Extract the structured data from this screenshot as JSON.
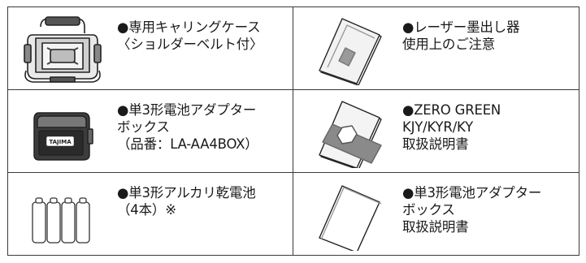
{
  "rows": [
    {
      "left": {
        "icon": "carrying-case-icon",
        "lines": [
          "●専用キャリングケース",
          "〈ショルダーベルト付〉"
        ]
      },
      "right": {
        "icon": "booklet-notice-icon",
        "lines": [
          "●レーザー墨出し器",
          "使用上のご注意"
        ]
      }
    },
    {
      "left": {
        "icon": "battery-adapter-box-icon",
        "badge": "TAJIMA",
        "lines": [
          "●単3形電池アダプター",
          "ボックス",
          "（品番：LA-AA4BOX）"
        ]
      },
      "right": {
        "icon": "manual-zero-green-icon",
        "lines": [
          "●ZERO GREEN",
          "KJY/KYR/KY",
          "取扱説明書"
        ]
      }
    },
    {
      "left": {
        "icon": "aa-batteries-icon",
        "lines": [
          "●単3形アルカリ乾電池",
          "（4本）※"
        ]
      },
      "right": {
        "icon": "manual-adapter-icon",
        "lines": [
          "●単3形電池アダプター",
          "ボックス",
          "取扱説明書"
        ]
      }
    }
  ]
}
